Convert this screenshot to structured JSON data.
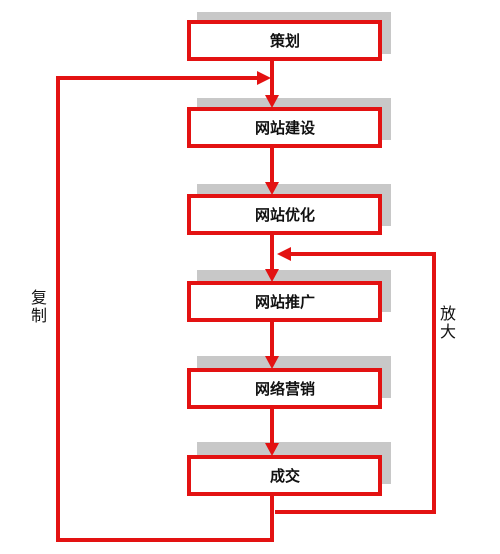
{
  "boxes": [
    {
      "label": "策划"
    },
    {
      "label": "网站建设"
    },
    {
      "label": "网站优化"
    },
    {
      "label": "网站推广"
    },
    {
      "label": "网络营销"
    },
    {
      "label": "成交"
    }
  ],
  "loops": {
    "copy_label": [
      "复",
      "制"
    ],
    "amplify_label": [
      "放",
      "大"
    ]
  },
  "colors": {
    "line": "#e31212",
    "shadow": "#c8c8c8",
    "box_fill": "#ffffff"
  }
}
